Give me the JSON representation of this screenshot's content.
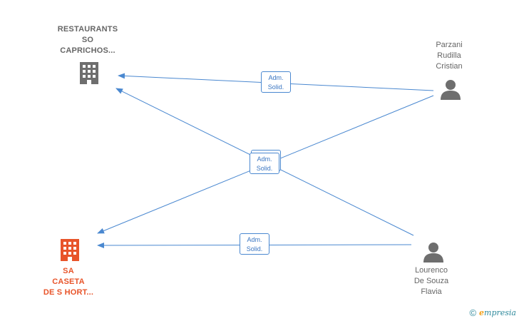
{
  "nodes": {
    "company_top": {
      "label_lines": [
        "RESTAURANTS",
        "SO",
        "CAPRICHOS..."
      ],
      "icon": "building-icon",
      "color": "#6e6e6e"
    },
    "company_bottom": {
      "label_lines": [
        "SA",
        "CASETA",
        "DE S HORT..."
      ],
      "icon": "building-icon",
      "color": "#e8542a"
    },
    "person_parzani": {
      "label_lines": [
        "Parzani",
        "Rudilla",
        "Cristian"
      ],
      "icon": "person-icon",
      "color": "#6e6e6e"
    },
    "person_lourenco": {
      "label_lines": [
        "Lourenco",
        "De Souza",
        "Flavia"
      ],
      "icon": "person-icon",
      "color": "#6e6e6e"
    }
  },
  "edges": {
    "line_color": "#4a88d0",
    "badges": [
      {
        "line1": "Adm.",
        "line2": "Solid."
      },
      {
        "line1": "Adm.",
        "line2": "Solid."
      },
      {
        "line1": "Adm.",
        "line2": "Solid."
      }
    ]
  },
  "footer": {
    "copyright_symbol": "©",
    "brand_initial": "e",
    "brand_rest": "mpresia"
  }
}
